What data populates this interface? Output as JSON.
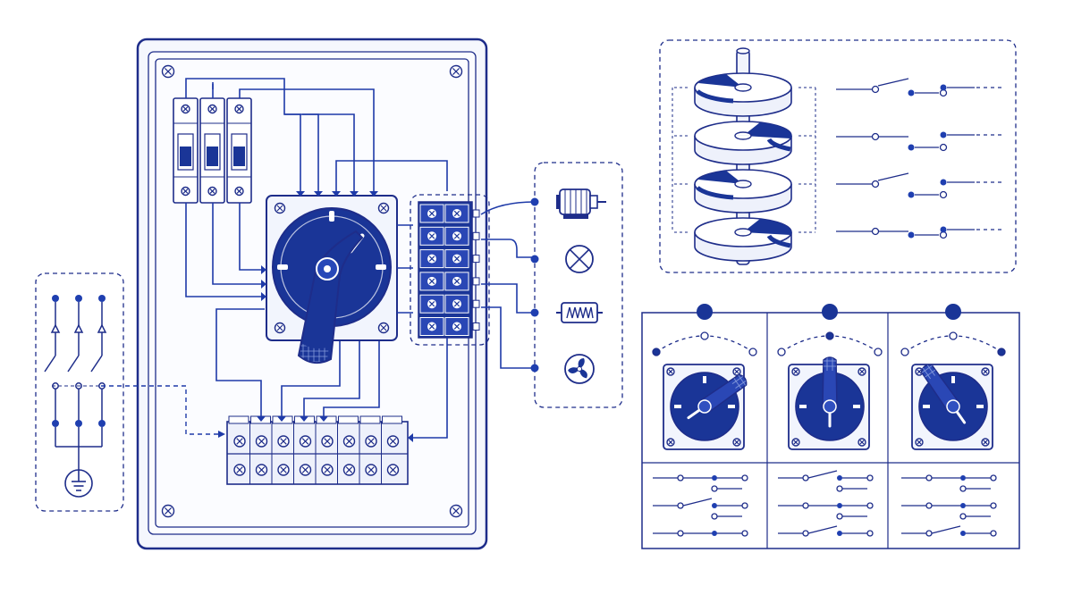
{
  "colors": {
    "ink": "#1e2d8a",
    "accent": "#1f3fb0",
    "fill_dark": "#1a3597",
    "panel_fill": "#f5f7fd",
    "paper": "#ffffff"
  },
  "diagram": {
    "enclosure": {
      "breakers": 3,
      "terminal_block_modules": 8,
      "side_terminal_rows": 6
    },
    "loads": [
      {
        "id": "motor",
        "icon": "motor-icon"
      },
      {
        "id": "lamp",
        "icon": "lamp-icon"
      },
      {
        "id": "heater",
        "icon": "heater-icon"
      },
      {
        "id": "fan",
        "icon": "fan-icon"
      }
    ],
    "supply": {
      "phases": 3,
      "icon": "ground-icon"
    },
    "cam_stack": {
      "decks": 4,
      "contacts": [
        [
          0,
          1,
          0
        ],
        [
          1,
          0,
          1
        ],
        [
          0,
          0,
          1
        ],
        [
          1,
          1,
          0
        ]
      ]
    },
    "positions": [
      {
        "id": "left",
        "handle_angle_deg": -125,
        "active_dot": 0,
        "contacts": [
          1,
          0,
          1
        ]
      },
      {
        "id": "center",
        "handle_angle_deg": 180,
        "active_dot": 1,
        "contacts": [
          0,
          1,
          0
        ]
      },
      {
        "id": "right",
        "handle_angle_deg": 145,
        "active_dot": 2,
        "contacts": [
          1,
          1,
          0
        ]
      }
    ]
  }
}
